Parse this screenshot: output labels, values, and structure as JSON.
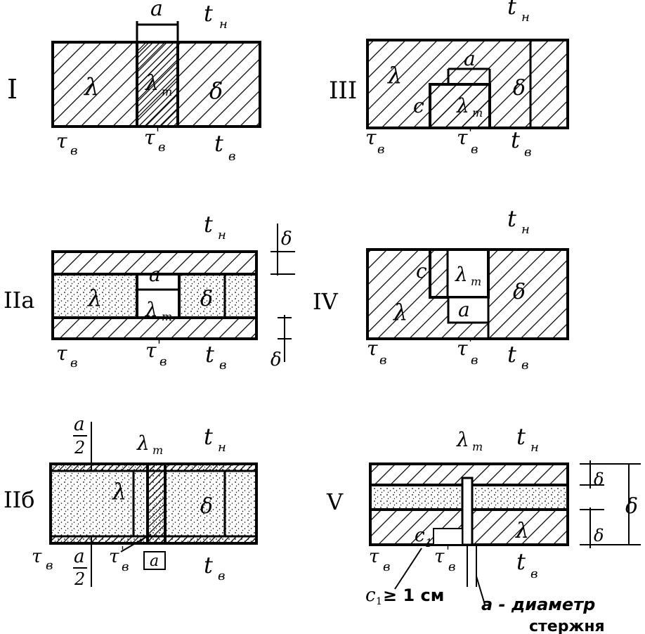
{
  "figures": {
    "I": {
      "id": "I"
    },
    "IIa": {
      "id": "IIа"
    },
    "IIb": {
      "id": "IIб"
    },
    "III": {
      "id": "III"
    },
    "IV": {
      "id": "IV"
    },
    "V": {
      "id": "V"
    }
  },
  "symbols": {
    "a": "a",
    "lambda": "λ",
    "lambda_t": "λ",
    "t_sub": "т",
    "delta": "δ",
    "c": "c",
    "t": "t",
    "tau": "τ",
    "sub_n": "н",
    "sub_v": "в",
    "prime": "'",
    "c1": "c",
    "c1_sub": "1",
    "half_a_num": "a",
    "half_a_den": "2"
  },
  "notes": {
    "c1_condition": "c",
    "c1_condition_rest": "≥ 1 см",
    "rod_diameter_line1": "a - диаметр",
    "rod_diameter_line2": "стержня"
  }
}
